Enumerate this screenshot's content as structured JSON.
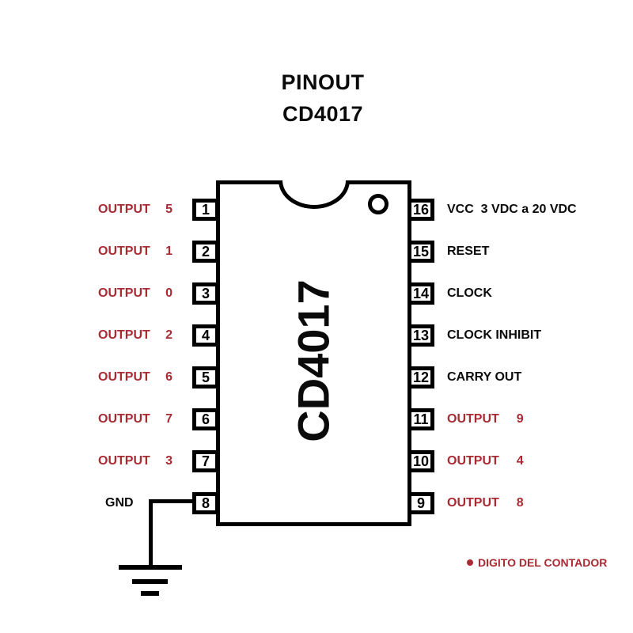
{
  "title": {
    "line1": "PINOUT",
    "line2": "CD4017"
  },
  "chip": {
    "label": "CD4017"
  },
  "colors": {
    "red": "#A92A32",
    "black": "#0a0a0a"
  },
  "left_pins": [
    {
      "number": "1",
      "name": "OUTPUT",
      "digit": "5",
      "color": "#A92A32"
    },
    {
      "number": "2",
      "name": "OUTPUT",
      "digit": "1",
      "color": "#A92A32"
    },
    {
      "number": "3",
      "name": "OUTPUT",
      "digit": "0",
      "color": "#A92A32"
    },
    {
      "number": "4",
      "name": "OUTPUT",
      "digit": "2",
      "color": "#A92A32"
    },
    {
      "number": "5",
      "name": "OUTPUT",
      "digit": "6",
      "color": "#A92A32"
    },
    {
      "number": "6",
      "name": "OUTPUT",
      "digit": "7",
      "color": "#A92A32"
    },
    {
      "number": "7",
      "name": "OUTPUT",
      "digit": "3",
      "color": "#A92A32"
    },
    {
      "number": "8",
      "name": "GND",
      "digit": "",
      "color": "#0a0a0a"
    }
  ],
  "right_pins": [
    {
      "number": "16",
      "name": "VCC  3 VDC a 20 VDC",
      "digit": "",
      "color": "#0a0a0a"
    },
    {
      "number": "15",
      "name": "RESET",
      "digit": "",
      "color": "#0a0a0a"
    },
    {
      "number": "14",
      "name": "CLOCK",
      "digit": "",
      "color": "#0a0a0a"
    },
    {
      "number": "13",
      "name": "CLOCK INHIBIT",
      "digit": "",
      "color": "#0a0a0a"
    },
    {
      "number": "12",
      "name": "CARRY OUT",
      "digit": "",
      "color": "#0a0a0a"
    },
    {
      "number": "11",
      "name": "OUTPUT",
      "digit": "9",
      "color": "#A92A32"
    },
    {
      "number": "10",
      "name": "OUTPUT",
      "digit": "4",
      "color": "#A92A32"
    },
    {
      "number": "9",
      "name": "OUTPUT",
      "digit": "8",
      "color": "#A92A32"
    }
  ],
  "note": {
    "text": "DIGITO DEL CONTADOR",
    "color": "#A92A32"
  }
}
